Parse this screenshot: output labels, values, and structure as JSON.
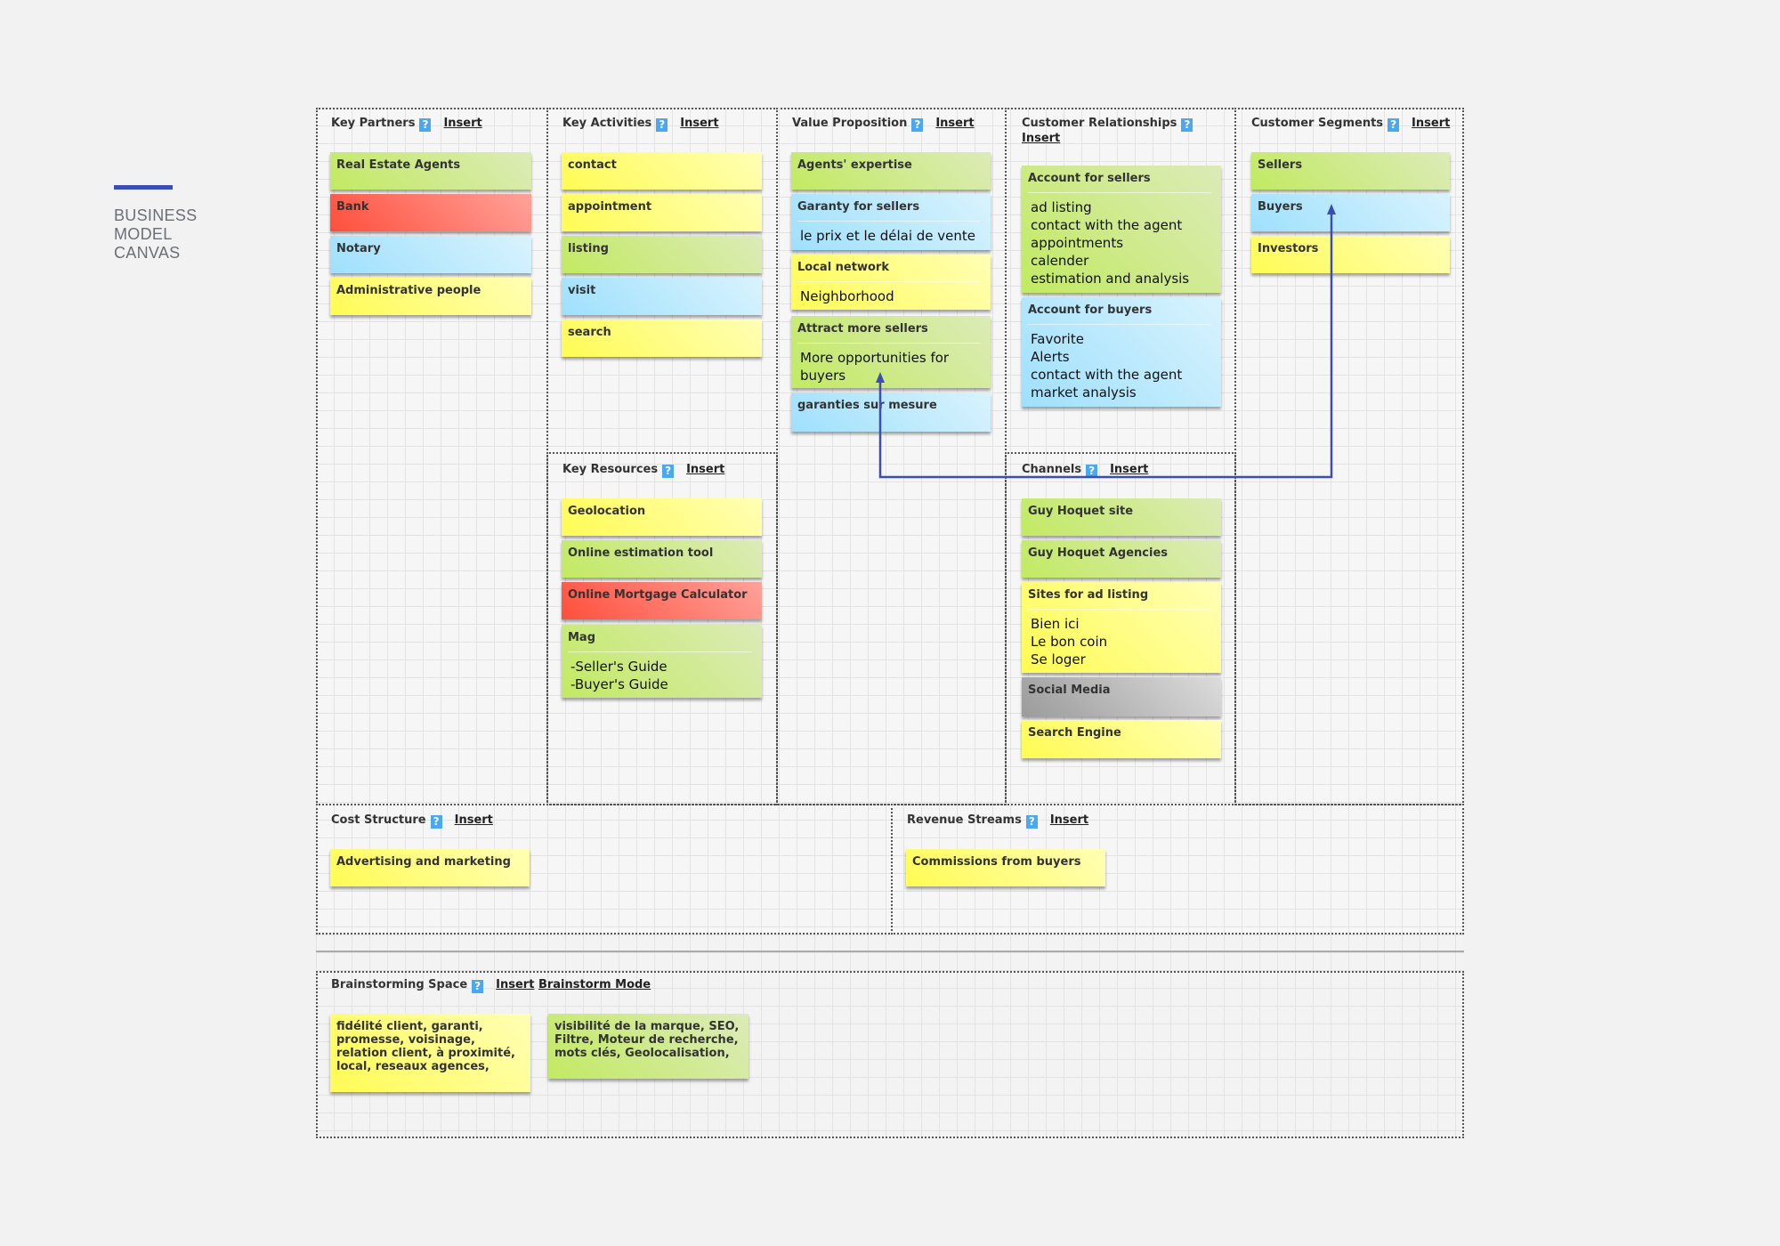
{
  "side_title": [
    "BUSINESS",
    "MODEL",
    "CANVAS"
  ],
  "accent_color": "#3a4fb0",
  "help_label": "?",
  "sections": {
    "key_partners": {
      "title": "Key Partners",
      "insert": "Insert",
      "notes": [
        {
          "title": "Real Estate Agents",
          "color": "green"
        },
        {
          "title": "Bank",
          "color": "red"
        },
        {
          "title": "Notary",
          "color": "blue"
        },
        {
          "title": "Administrative people",
          "color": "yellow"
        }
      ]
    },
    "key_activities": {
      "title": "Key Activities",
      "insert": "Insert",
      "notes": [
        {
          "title": "contact",
          "color": "yellow"
        },
        {
          "title": "appointment",
          "color": "yellow"
        },
        {
          "title": "listing",
          "color": "green"
        },
        {
          "title": "visit",
          "color": "blue"
        },
        {
          "title": "search",
          "color": "yellow"
        }
      ]
    },
    "key_resources": {
      "title": "Key Resources",
      "insert": "Insert",
      "notes": [
        {
          "title": "Geolocation",
          "color": "yellow"
        },
        {
          "title": "Online estimation tool",
          "color": "green"
        },
        {
          "title": "Online Mortgage Calculator",
          "color": "red"
        },
        {
          "title": "Mag",
          "color": "green",
          "body": [
            "-Seller's Guide",
            "-Buyer's Guide"
          ]
        }
      ]
    },
    "value_proposition": {
      "title": "Value Proposition",
      "insert": "Insert",
      "notes": [
        {
          "title": "Agents' expertise",
          "color": "green"
        },
        {
          "title": "Garanty for sellers",
          "color": "blue",
          "body": [
            "le prix et le délai de vente"
          ]
        },
        {
          "title": "Local network",
          "color": "yellow",
          "body": [
            "Neighborhood"
          ]
        },
        {
          "title": "Attract more sellers",
          "color": "green",
          "body": [
            "More opportunities for",
            "buyers"
          ]
        },
        {
          "title": "garanties sur mesure",
          "color": "blue"
        }
      ]
    },
    "customer_relationships": {
      "title": "Customer Relationships",
      "insert": "Insert",
      "notes": [
        {
          "title": "Account for sellers",
          "color": "green",
          "body": [
            "ad listing",
            "contact with the agent",
            "appointments",
            "calender",
            "estimation and analysis"
          ]
        },
        {
          "title": "Account for buyers",
          "color": "blue",
          "body": [
            "Favorite",
            "Alerts",
            "contact with the agent",
            "market analysis"
          ]
        }
      ]
    },
    "channels": {
      "title": "Channels",
      "insert": "Insert",
      "notes": [
        {
          "title": "Guy Hoquet site",
          "color": "green"
        },
        {
          "title": "Guy Hoquet Agencies",
          "color": "green"
        },
        {
          "title": "Sites for ad listing",
          "color": "yellow",
          "body": [
            "Bien ici",
            "Le bon coin",
            "Se loger"
          ]
        },
        {
          "title": "Social Media",
          "color": "gray"
        },
        {
          "title": "Search Engine",
          "color": "yellow"
        }
      ]
    },
    "customer_segments": {
      "title": "Customer Segments",
      "insert": "Insert",
      "notes": [
        {
          "title": "Sellers",
          "color": "green"
        },
        {
          "title": "Buyers",
          "color": "blue"
        },
        {
          "title": "Investors",
          "color": "yellow"
        }
      ]
    },
    "cost_structure": {
      "title": "Cost Structure",
      "insert": "Insert",
      "notes": [
        {
          "title": "Advertising and marketing",
          "color": "yellow"
        }
      ]
    },
    "revenue_streams": {
      "title": "Revenue Streams",
      "insert": "Insert",
      "notes": [
        {
          "title": "Commissions from buyers",
          "color": "yellow"
        }
      ]
    },
    "brainstorming": {
      "title": "Brainstorming Space",
      "insert": "Insert",
      "mode": "Brainstorm Mode",
      "notes": [
        {
          "title": "fidélité client, garanti, promesse, voisinage, relation client, à proximité, local, reseaux agences,",
          "color": "yellow"
        },
        {
          "title": "visibilité de la marque, SEO, Filtre, Moteur de recherche, mots clés, Geolocalisation,",
          "color": "green"
        }
      ]
    }
  },
  "connector": {
    "from": "Attract more sellers",
    "to": "Buyers",
    "color": "#3a4fb0"
  }
}
